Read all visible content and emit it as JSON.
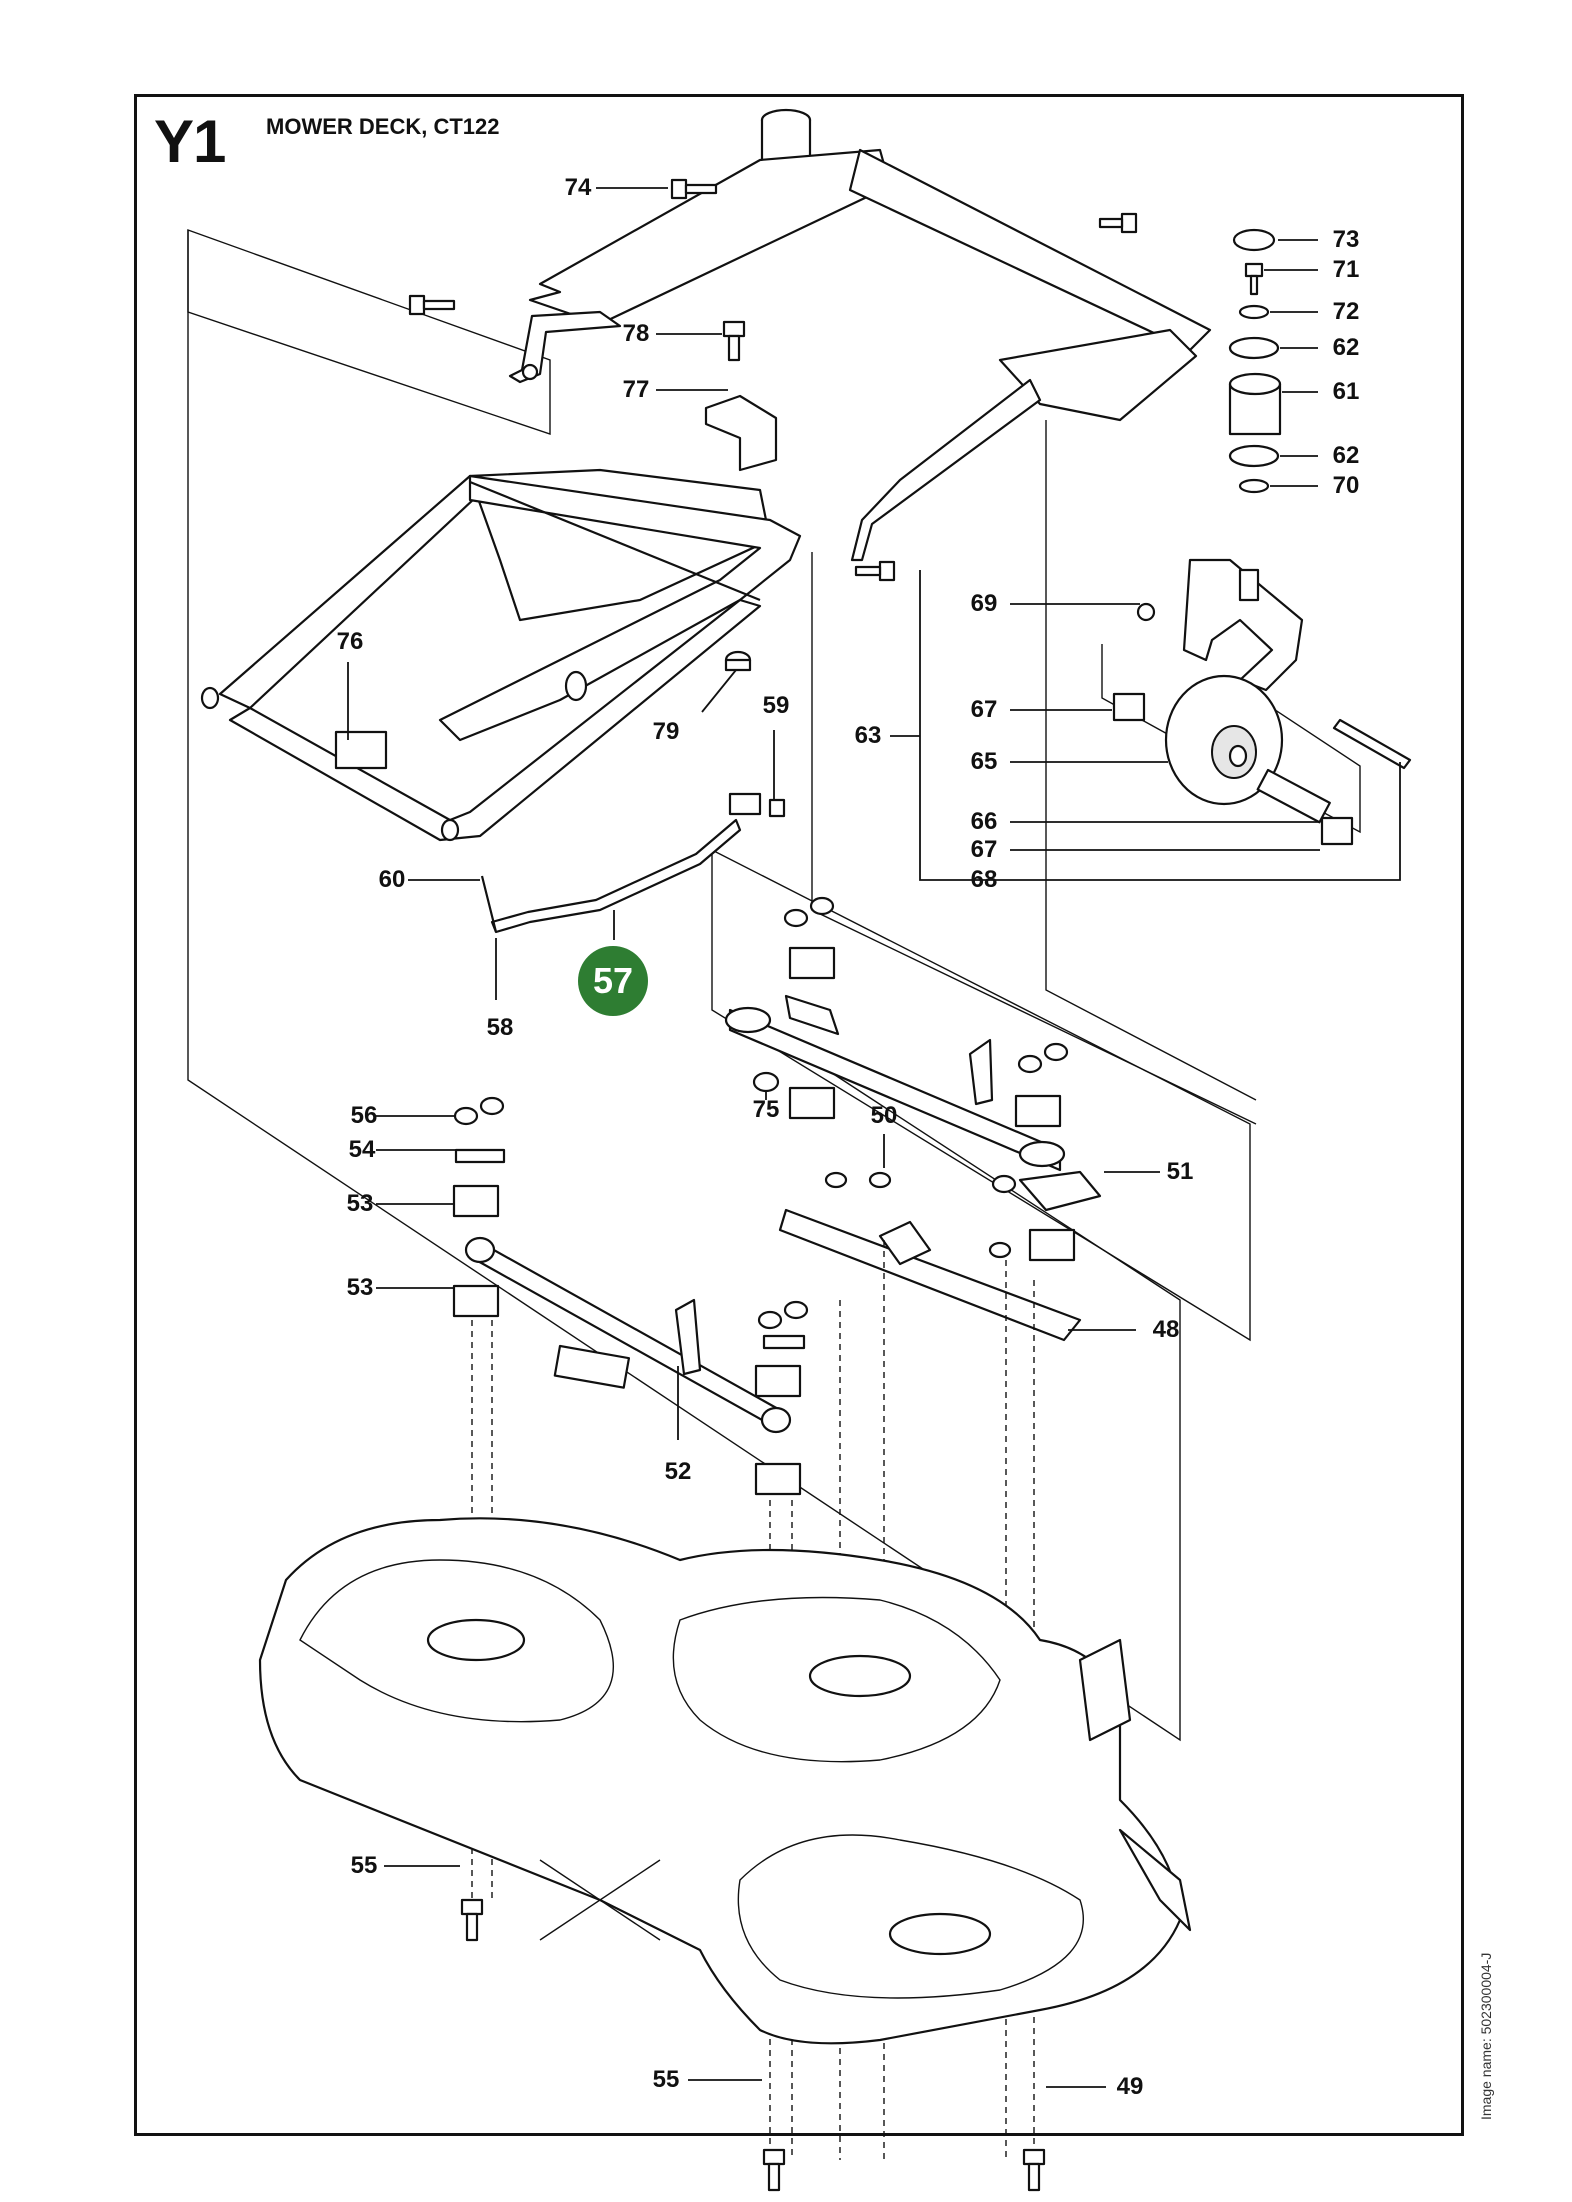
{
  "header": {
    "section_code": "Y1",
    "title": "MOWER DECK, CT122"
  },
  "footer": {
    "image_name": "Image name: 502300004-J"
  },
  "highlight": {
    "part_number": "57",
    "color": "#2e7d32"
  },
  "callouts": [
    "74",
    "73",
    "71",
    "72",
    "62",
    "61",
    "62",
    "70",
    "78",
    "77",
    "69",
    "63",
    "67",
    "65",
    "66",
    "67",
    "68",
    "76",
    "79",
    "59",
    "60",
    "58",
    "75",
    "50",
    "51",
    "56",
    "54",
    "53",
    "53",
    "48",
    "52",
    "55",
    "55",
    "49"
  ]
}
